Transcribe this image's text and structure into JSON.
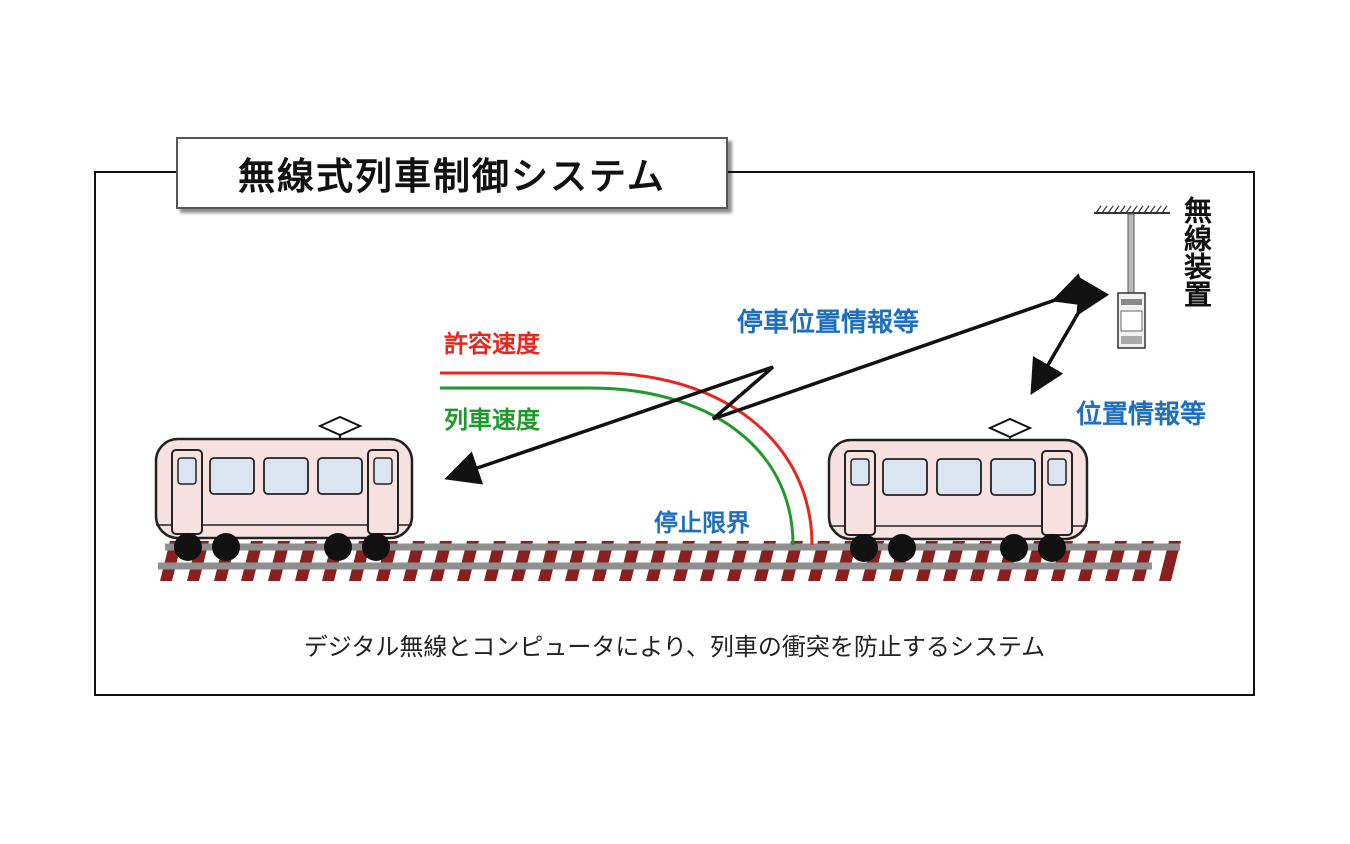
{
  "title": "無線式列車制御システム",
  "labels": {
    "allowed_speed": "許容速度",
    "train_speed": "列車速度",
    "stop_position_info": "停車位置情報等",
    "position_info": "位置情報等",
    "stop_limit": "停止限界",
    "radio_device": "無線装置"
  },
  "caption": "デジタル無線とコンピュータにより、列車の衝突を防止するシステム",
  "colors": {
    "allowed_speed": "#e8261e",
    "train_speed": "#1f9a2a",
    "info_text": "#1f6fbf",
    "train_body": "#f7e1e1",
    "window": "#dce6f2",
    "tie": "#8a1f1f",
    "rail": "#8f8f8f"
  }
}
